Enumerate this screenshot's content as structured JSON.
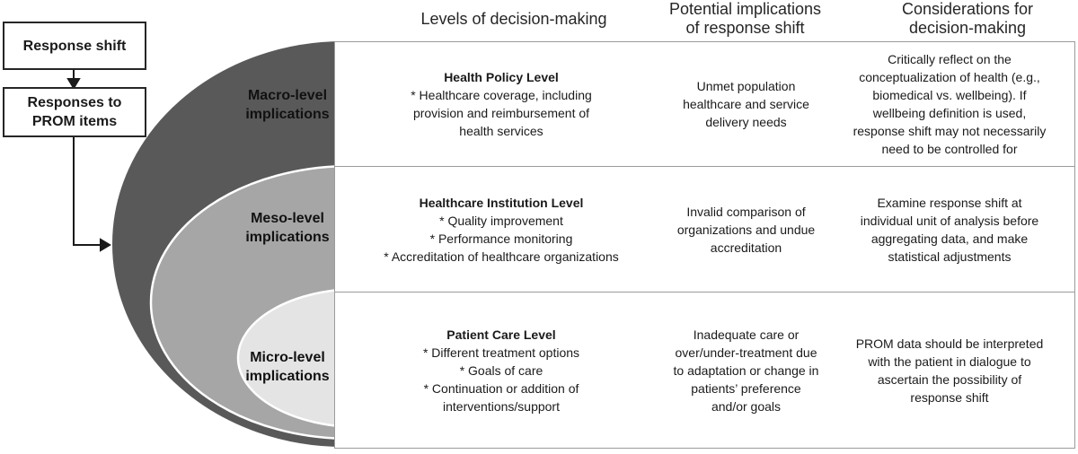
{
  "flow": {
    "response_shift_label": "Response shift",
    "prom_items_label": "Responses to\nPROM items"
  },
  "venn": {
    "macro": {
      "label": "Macro-level\nimplications",
      "color": "#595959"
    },
    "meso": {
      "label": "Meso-level\nimplications",
      "color": "#a6a6a6"
    },
    "micro": {
      "label": "Micro-level\nimplications",
      "color": "#e4e4e4"
    },
    "outline_color": "#ffffff"
  },
  "table": {
    "border_color": "#9b9b9b",
    "headers": {
      "levels": "Levels of decision-making",
      "implications": "Potential implications\nof response shift",
      "considerations": "Considerations for\ndecision-making"
    },
    "rows": [
      {
        "level_title": "Health Policy Level",
        "level_items": "* Healthcare coverage, including\nprovision and reimbursement of\nhealth services",
        "implications": "Unmet population\nhealthcare and service\ndelivery needs",
        "considerations": "Critically reflect on the\nconceptualization of health (e.g.,\nbiomedical vs. wellbeing). If\nwellbeing definition is used,\nresponse shift may not necessarily\nneed to be controlled for"
      },
      {
        "level_title": "Healthcare Institution Level",
        "level_items": "* Quality improvement\n* Performance monitoring\n* Accreditation of healthcare organizations",
        "implications": "Invalid comparison of\norganizations and undue\naccreditation",
        "considerations": "Examine response shift at\nindividual unit of analysis before\naggregating data, and make\nstatistical adjustments"
      },
      {
        "level_title": "Patient Care Level",
        "level_items": "* Different treatment options\n* Goals of care\n* Continuation or addition of\ninterventions/support",
        "implications": "Inadequate care or\nover/under-treatment due\nto adaptation or change in\npatients’ preference\nand/or goals",
        "considerations": "PROM data should be interpreted\nwith the patient in dialogue to\nascertain the possibility of\nresponse shift"
      }
    ]
  }
}
